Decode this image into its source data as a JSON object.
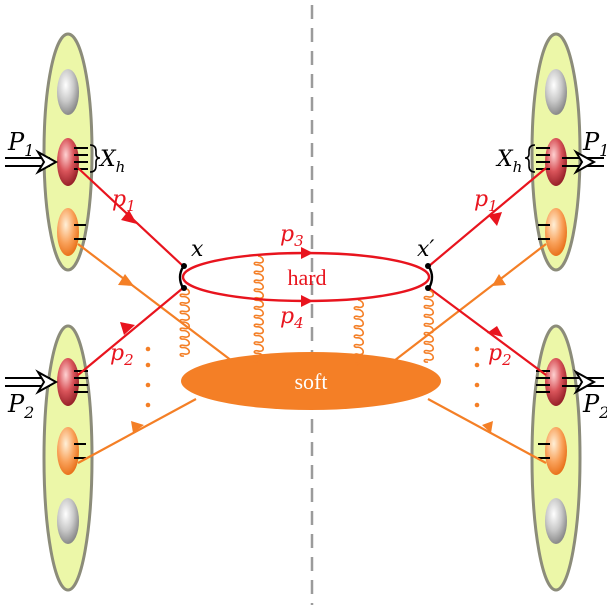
{
  "labels": {
    "P1_left": "P",
    "P1_left_sub": "1",
    "P2_left": "P",
    "P2_left_sub": "2",
    "P1_right": "P",
    "P1_right_sub": "1",
    "P2_right": "P",
    "P2_right_sub": "2",
    "Xh_left": "X",
    "Xh_left_sub": "h",
    "Xh_right": "X",
    "Xh_right_sub": "h",
    "p1_left": "p",
    "p1_left_sub": "1",
    "p2_left": "p",
    "p2_left_sub": "2",
    "p1_right": "p",
    "p1_right_sub": "1",
    "p2_right": "p",
    "p2_right_sub": "2",
    "p3": "p",
    "p3_sub": "3",
    "p4": "p",
    "p4_sub": "4",
    "x": "x",
    "x_prime": "x′",
    "hard": "hard",
    "soft": "soft"
  },
  "colors": {
    "red": "#e8141e",
    "orange": "#f47f26",
    "hadron_fill": "#ecf7a8",
    "hadron_stroke": "#8c8c7a",
    "soft_fill": "#f47f26",
    "cut_line": "#9b9b9b"
  }
}
